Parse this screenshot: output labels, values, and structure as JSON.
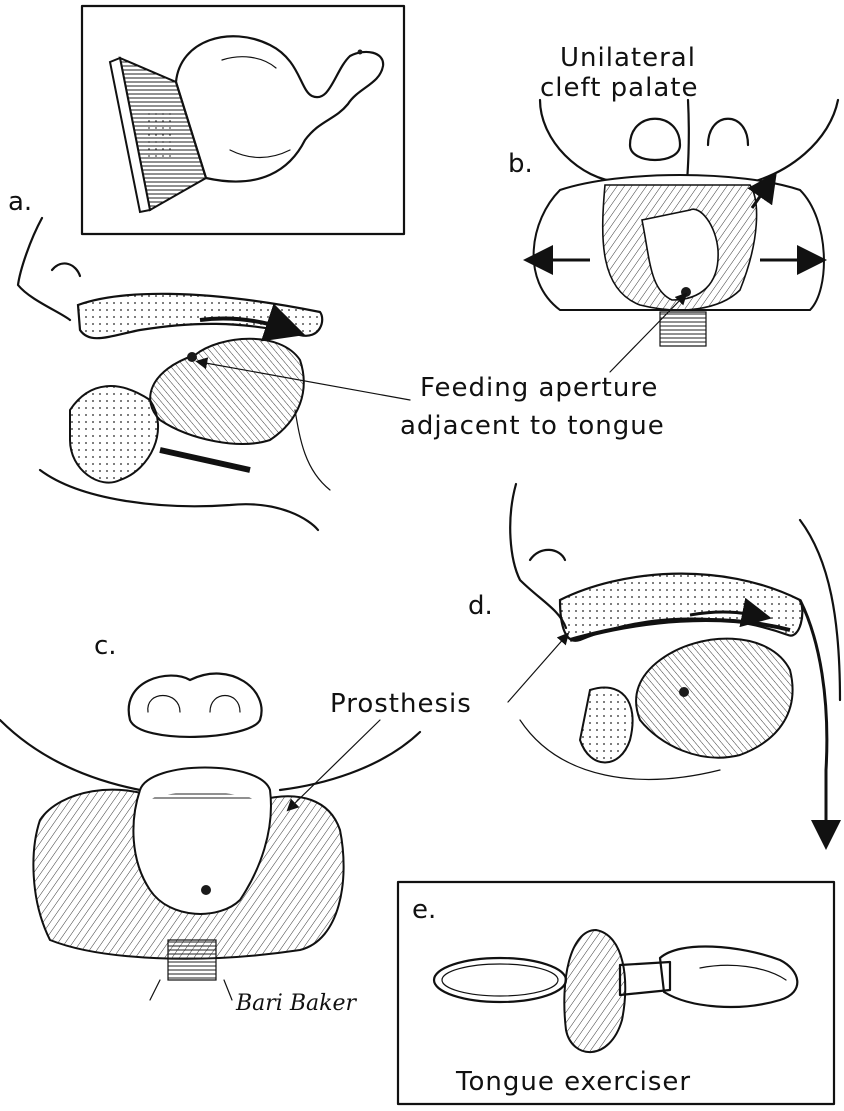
{
  "figure": {
    "panels": [
      {
        "id": "a",
        "letter": "a."
      },
      {
        "id": "b",
        "letter": "b."
      },
      {
        "id": "c",
        "letter": "c."
      },
      {
        "id": "d",
        "letter": "d."
      },
      {
        "id": "e",
        "letter": "e."
      }
    ],
    "labels": {
      "cleft_line1": "Unilateral",
      "cleft_line2": "cleft palate",
      "aperture_line1": "Feeding aperture",
      "aperture_line2": "adjacent to tongue",
      "prosthesis": "Prosthesis",
      "tongue_exerciser": "Tongue exerciser"
    },
    "signature": "Bari Baker"
  }
}
